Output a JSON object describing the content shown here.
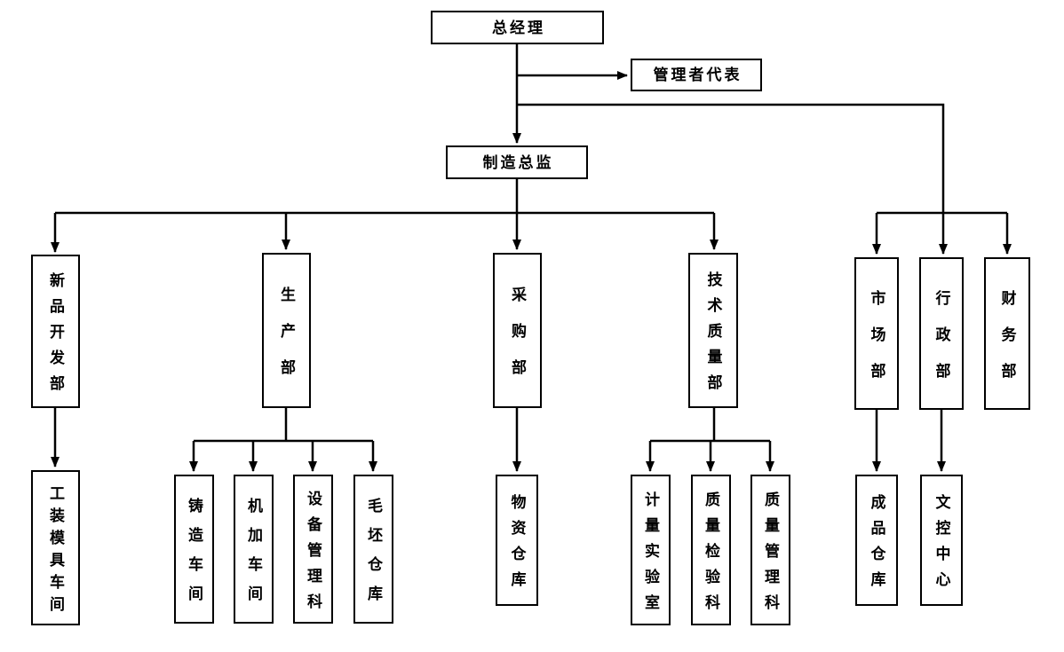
{
  "diagram": {
    "type": "org-chart",
    "nodes": {
      "general_manager": "总经理",
      "management_rep": "管理者代表",
      "manufacturing_director": "制造总监",
      "new_product_dev": "新品开发部",
      "production": "生产部",
      "purchasing": "采购部",
      "tech_quality": "技术质量部",
      "marketing": "市场部",
      "administration": "行政部",
      "finance": "财务部",
      "tooling_workshop": "工装模具车间",
      "casting_workshop": "铸造车间",
      "machining_workshop": "机加车间",
      "equipment_mgmt": "设备管理科",
      "blank_warehouse": "毛坯仓库",
      "material_warehouse": "物资仓库",
      "metrology_lab": "计量实验室",
      "quality_inspection": "质量检验科",
      "quality_mgmt": "质量管理科",
      "finished_warehouse": "成品仓库",
      "doc_control_center": "文控中心"
    },
    "line_color": "#000000"
  }
}
